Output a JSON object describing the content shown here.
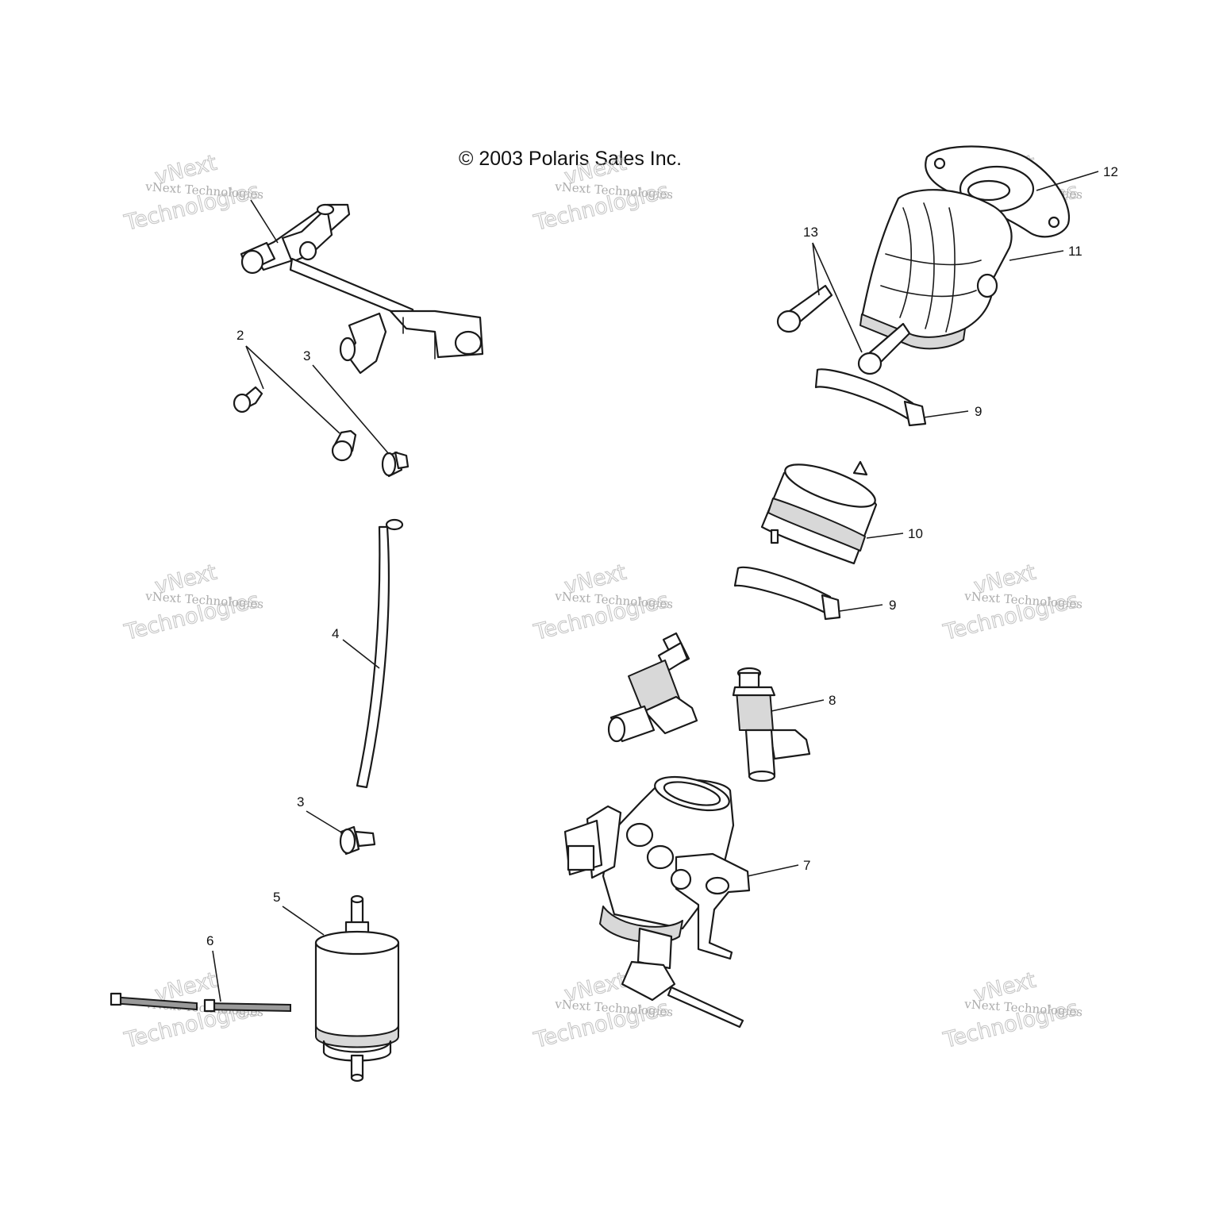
{
  "copyright": "© 2003 Polaris Sales Inc.",
  "watermark": {
    "line_small": "vNext Technologies",
    "line_top": "vNext",
    "line_big": "Technologies"
  },
  "callouts": {
    "c2": "2",
    "c3a": "3",
    "c3b": "3",
    "c4": "4",
    "c5": "5",
    "c6": "6",
    "c7": "7",
    "c8": "8",
    "c9a": "9",
    "c9b": "9",
    "c10": "10",
    "c11": "11",
    "c12": "12",
    "c13": "13"
  },
  "colors": {
    "line": "#1a1a1a",
    "background": "#ffffff",
    "watermark": "#b5b5b5"
  }
}
